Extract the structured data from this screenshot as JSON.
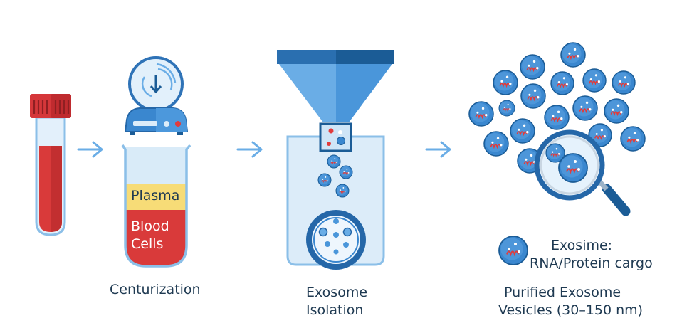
{
  "diagram": {
    "title": "Exosome isolation workflow from blood",
    "steps": [
      {
        "id": "blood-tube",
        "label": ""
      },
      {
        "id": "centrifugation",
        "label": "Centurization",
        "layers": {
          "top": "Plasma",
          "bottom_line1": "Blood",
          "bottom_line2": "Cells"
        }
      },
      {
        "id": "exosome-isolation",
        "label_line1": "Exosome",
        "label_line2": "Isolation"
      },
      {
        "id": "purified-exosomes",
        "label_line1": "Purified Exosome",
        "label_line2": "Vesicles (30–150 nm)"
      }
    ],
    "legend": {
      "line1": "Exosime:",
      "line2": "RNA/Protein cargo",
      "icon": "exosome-icon"
    },
    "arrows": [
      "arrow-right-icon",
      "arrow-right-icon",
      "arrow-right-icon"
    ]
  },
  "colors": {
    "primary_blue": "#3a87cf",
    "dark_blue": "#1b5c96",
    "light_blue": "#d9ebf8",
    "blood_red": "#d93a3a",
    "plasma_yellow": "#f7dc77",
    "text": "#1f3a52",
    "arrow": "#6aade6"
  }
}
